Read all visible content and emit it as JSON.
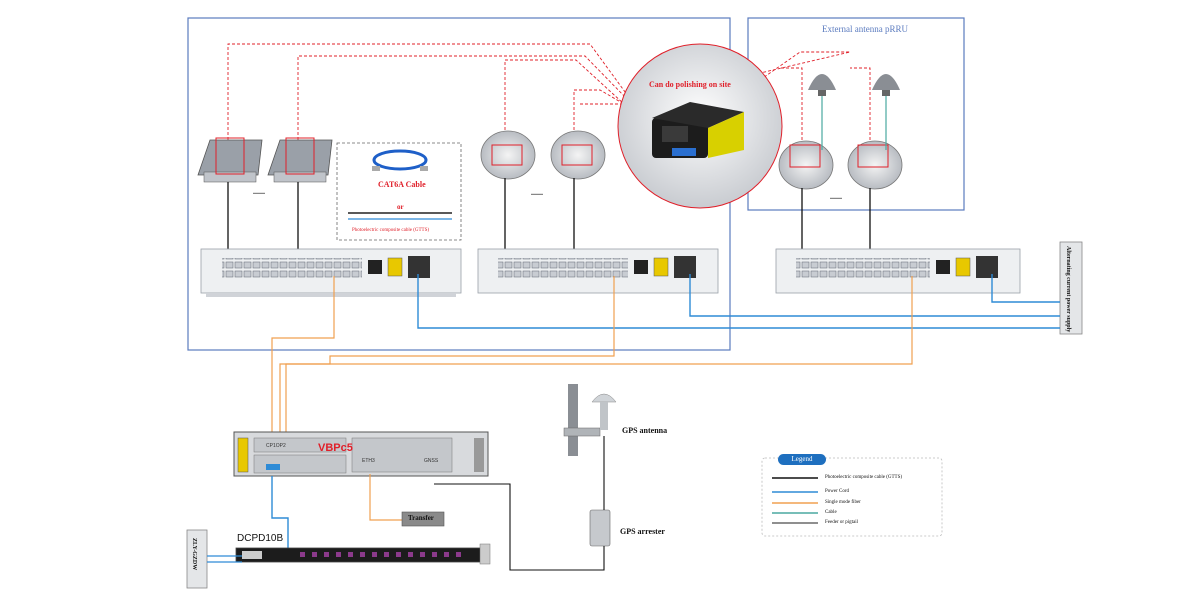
{
  "labels": {
    "external_antenna_prru": "External antenna pRRU",
    "polishing_site": "Can do polishing on site",
    "cat6a_cable": "CAT6A Cable",
    "or_text": "or",
    "photoelectric_cable": "Photoelectric composite cable (GTTS)",
    "ellipsis": "......",
    "ac_power_supply": "Alternating current power supply",
    "gps_antenna": "GPS antenna",
    "gps_arrester": "GPS arrester",
    "transfer": "Transfer",
    "dcpd10b": "DCPD10B",
    "zly_gzdw": "ZLY-GZDW",
    "vbpc5": "VBPc5",
    "cp1op2": "CP1OP2",
    "eth3": "ETH3",
    "gnss": "GNSS"
  },
  "legend": {
    "title": "Legend",
    "items": [
      {
        "label": "Photoelectric composite cable (GTTS)",
        "color": "#111111"
      },
      {
        "label": "Power Cord",
        "color": "#2e8bd6"
      },
      {
        "label": "Single mode fiber",
        "color": "#f0a050"
      },
      {
        "label": "Cable",
        "color": "#4aa8a0"
      },
      {
        "label": "Feeder or pigtail",
        "color": "#6a6a6a"
      }
    ]
  },
  "colors": {
    "frame": "#5b7bbf",
    "dashed_red": "#e0202a",
    "power_blue": "#2e8bd6",
    "fiber_orange": "#f0a050",
    "black_cable": "#111111",
    "teal_cable": "#4aa8a0",
    "vbpc5_red": "#e0202a"
  }
}
